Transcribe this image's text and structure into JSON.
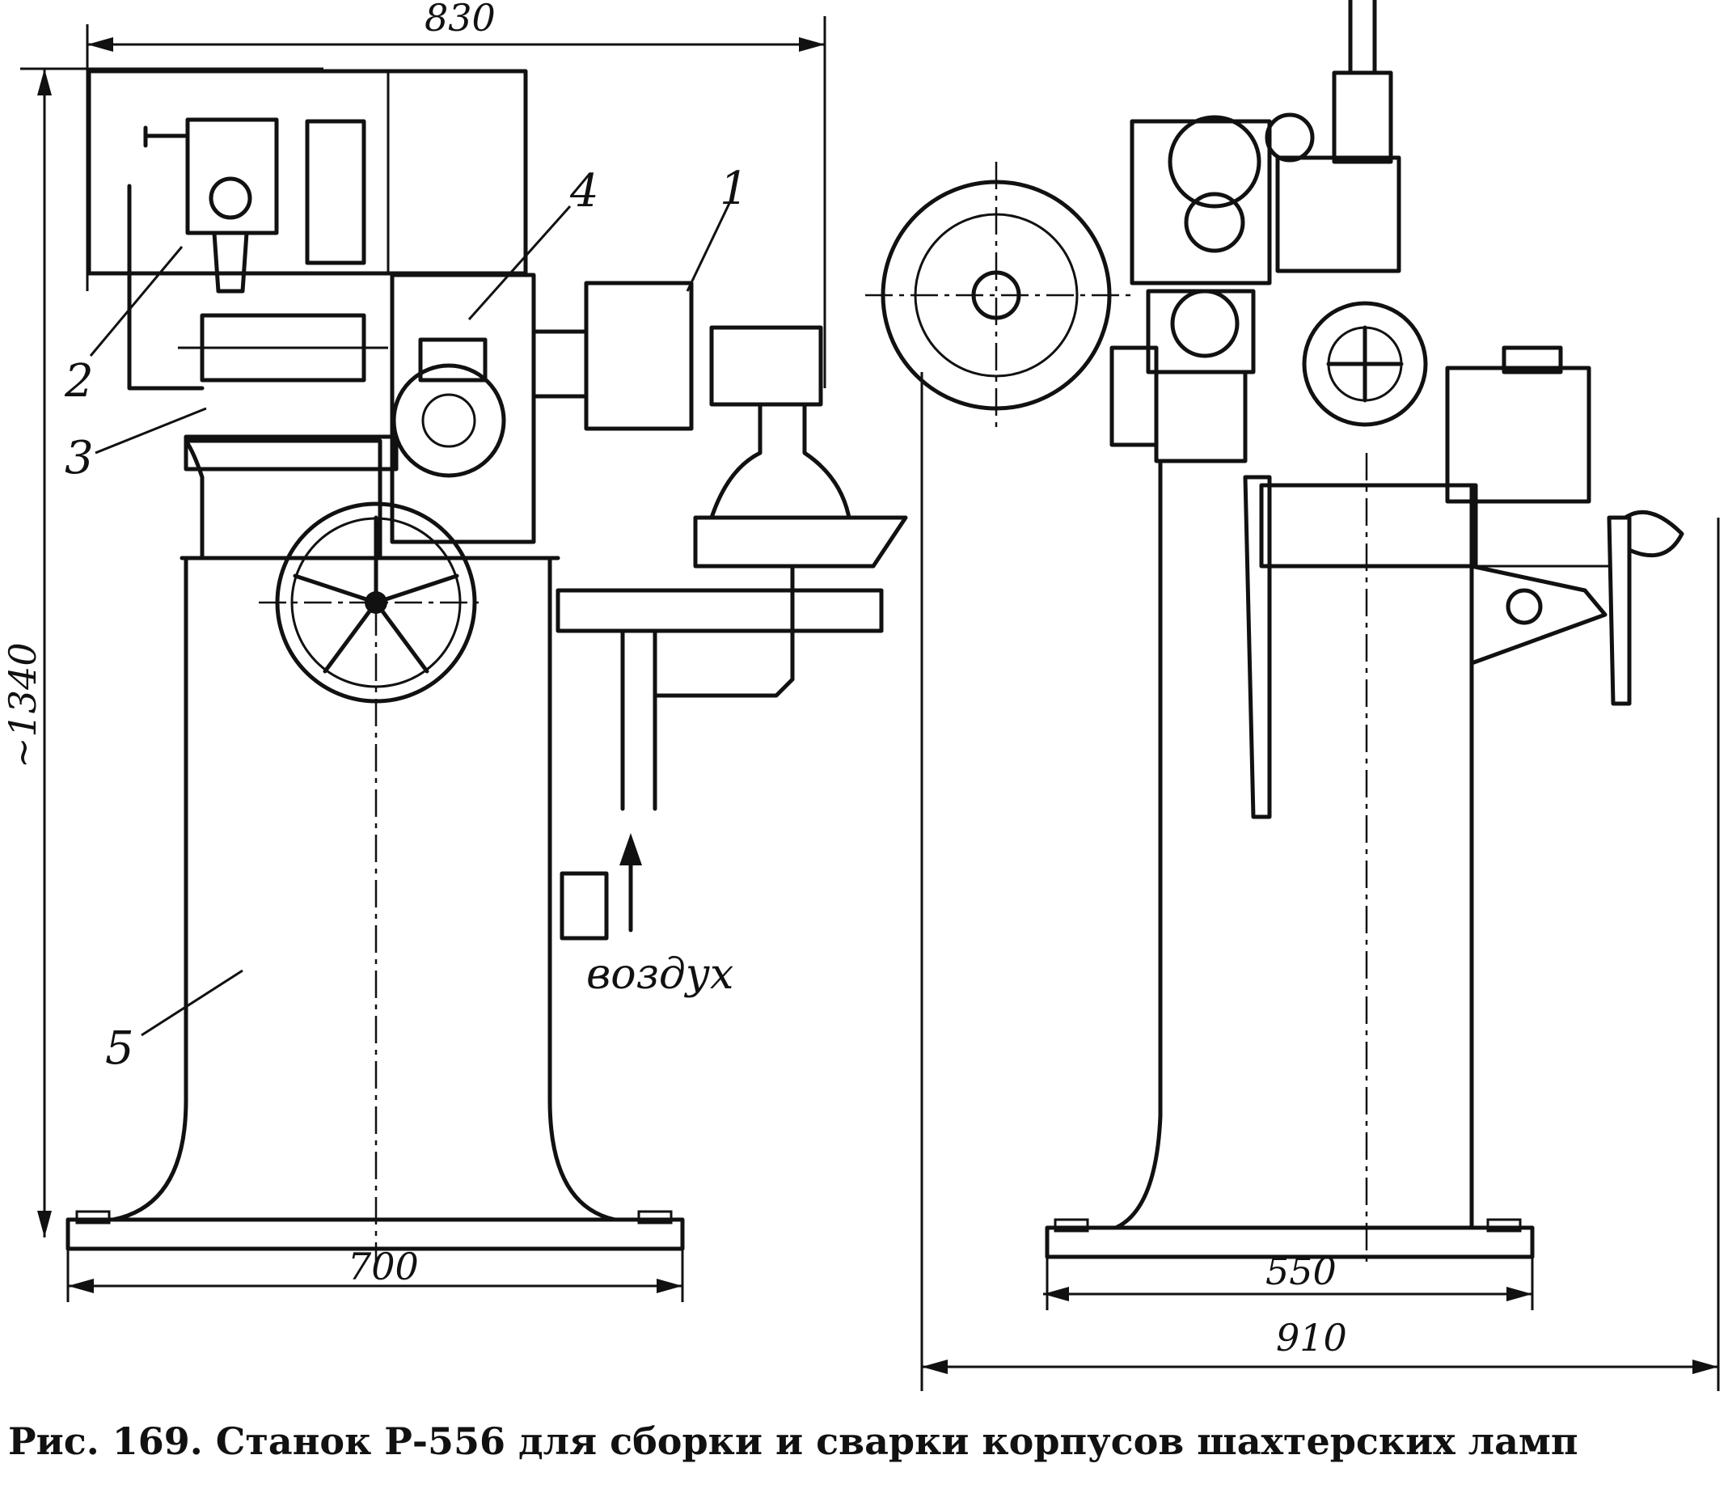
{
  "figure": {
    "caption": "Рис. 169. Станок Р-556 для сборки и сварки корпусов шахтерских ламп"
  },
  "dimensions": {
    "top_width": "830",
    "height": "~1340",
    "base_front": "700",
    "base_side_inner": "550",
    "base_side_outer": "910"
  },
  "part_labels": {
    "p1": "1",
    "p2": "2",
    "p3": "3",
    "p4": "4",
    "p5": "5"
  },
  "annotations": {
    "air": "воздух"
  }
}
